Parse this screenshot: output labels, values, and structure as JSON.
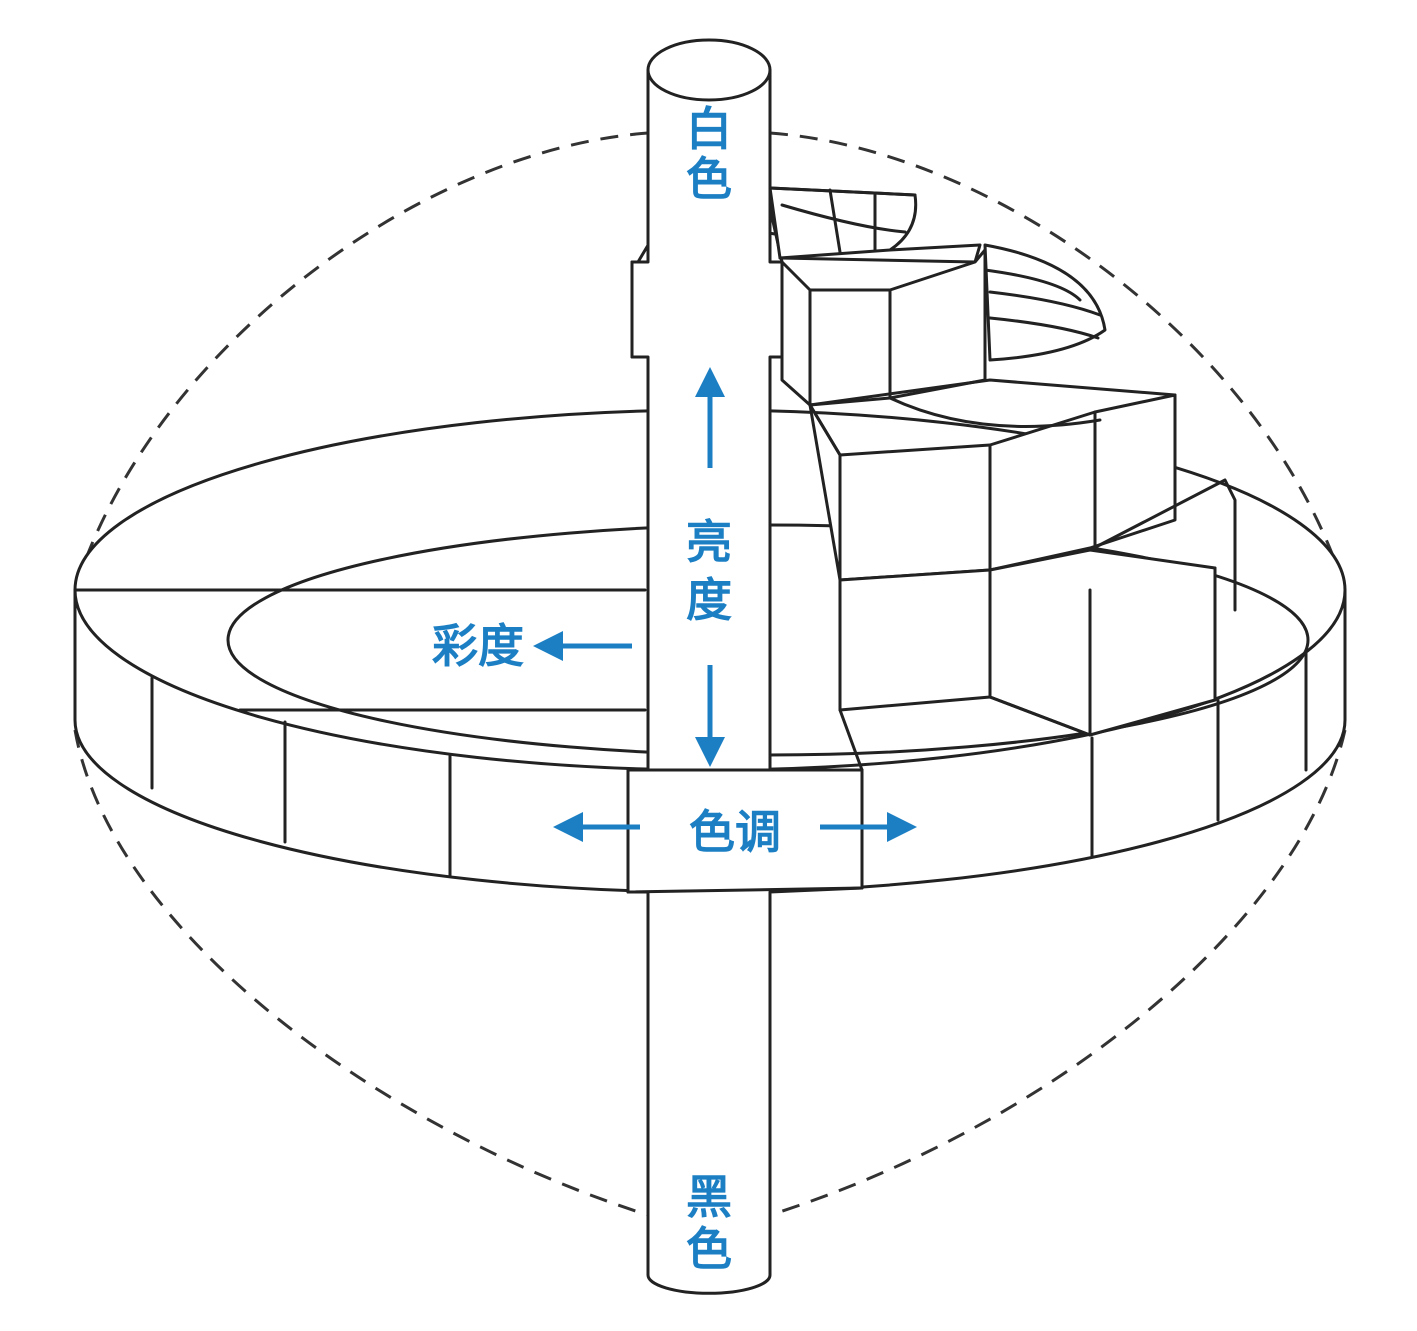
{
  "labels": {
    "white": "白色",
    "black": "黑色",
    "lightness": "亮度",
    "chroma": "彩度",
    "hue": "色调"
  },
  "colors": {
    "accent": "#1c7fc4",
    "line": "#222222",
    "background": "#ffffff"
  }
}
